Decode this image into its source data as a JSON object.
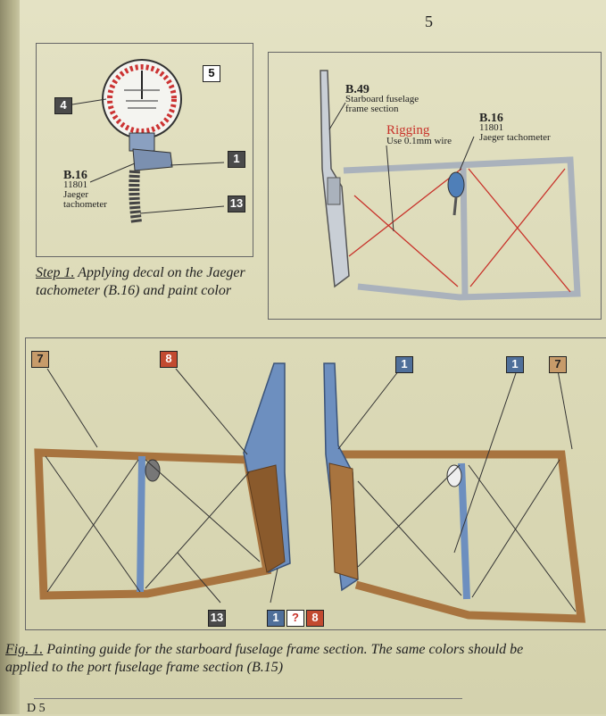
{
  "page_number": "5",
  "step1": {
    "caption_lead": "Step 1.",
    "caption_rest": " Applying decal on the Jaeger tachometer (B.16) and paint color",
    "part_code": "B.16",
    "part_number": "11801",
    "part_name_line1": "Jaeger",
    "part_name_line2": "tachometer",
    "tags": [
      "5",
      "4",
      "1",
      "13"
    ]
  },
  "detail": {
    "b49_code": "B.49",
    "b49_desc_line1": "Starboard fuselage",
    "b49_desc_line2": "frame section",
    "rigging_title": "Rigging",
    "rigging_desc": "Use 0.1mm wire",
    "b16_code": "B.16",
    "b16_number": "11801",
    "b16_name": "Jaeger tachometer"
  },
  "figure": {
    "tags_top": [
      "7",
      "8",
      "1",
      "1",
      "7"
    ],
    "tags_bottom": [
      "13",
      "1",
      "?",
      "8"
    ],
    "caption_lead": "Fig. 1.",
    "caption_line1": " Painting guide for the starboard fuselage frame section.  The same colors should be",
    "caption_line2": "applied to the port fuselage frame section (B.15)"
  },
  "footer": {
    "text": "D 5"
  },
  "colors": {
    "wood": "#a8743f",
    "blue": "#6d8fbf",
    "dark_grey": "#4a4a4a",
    "rigging_red": "#c8322a"
  }
}
